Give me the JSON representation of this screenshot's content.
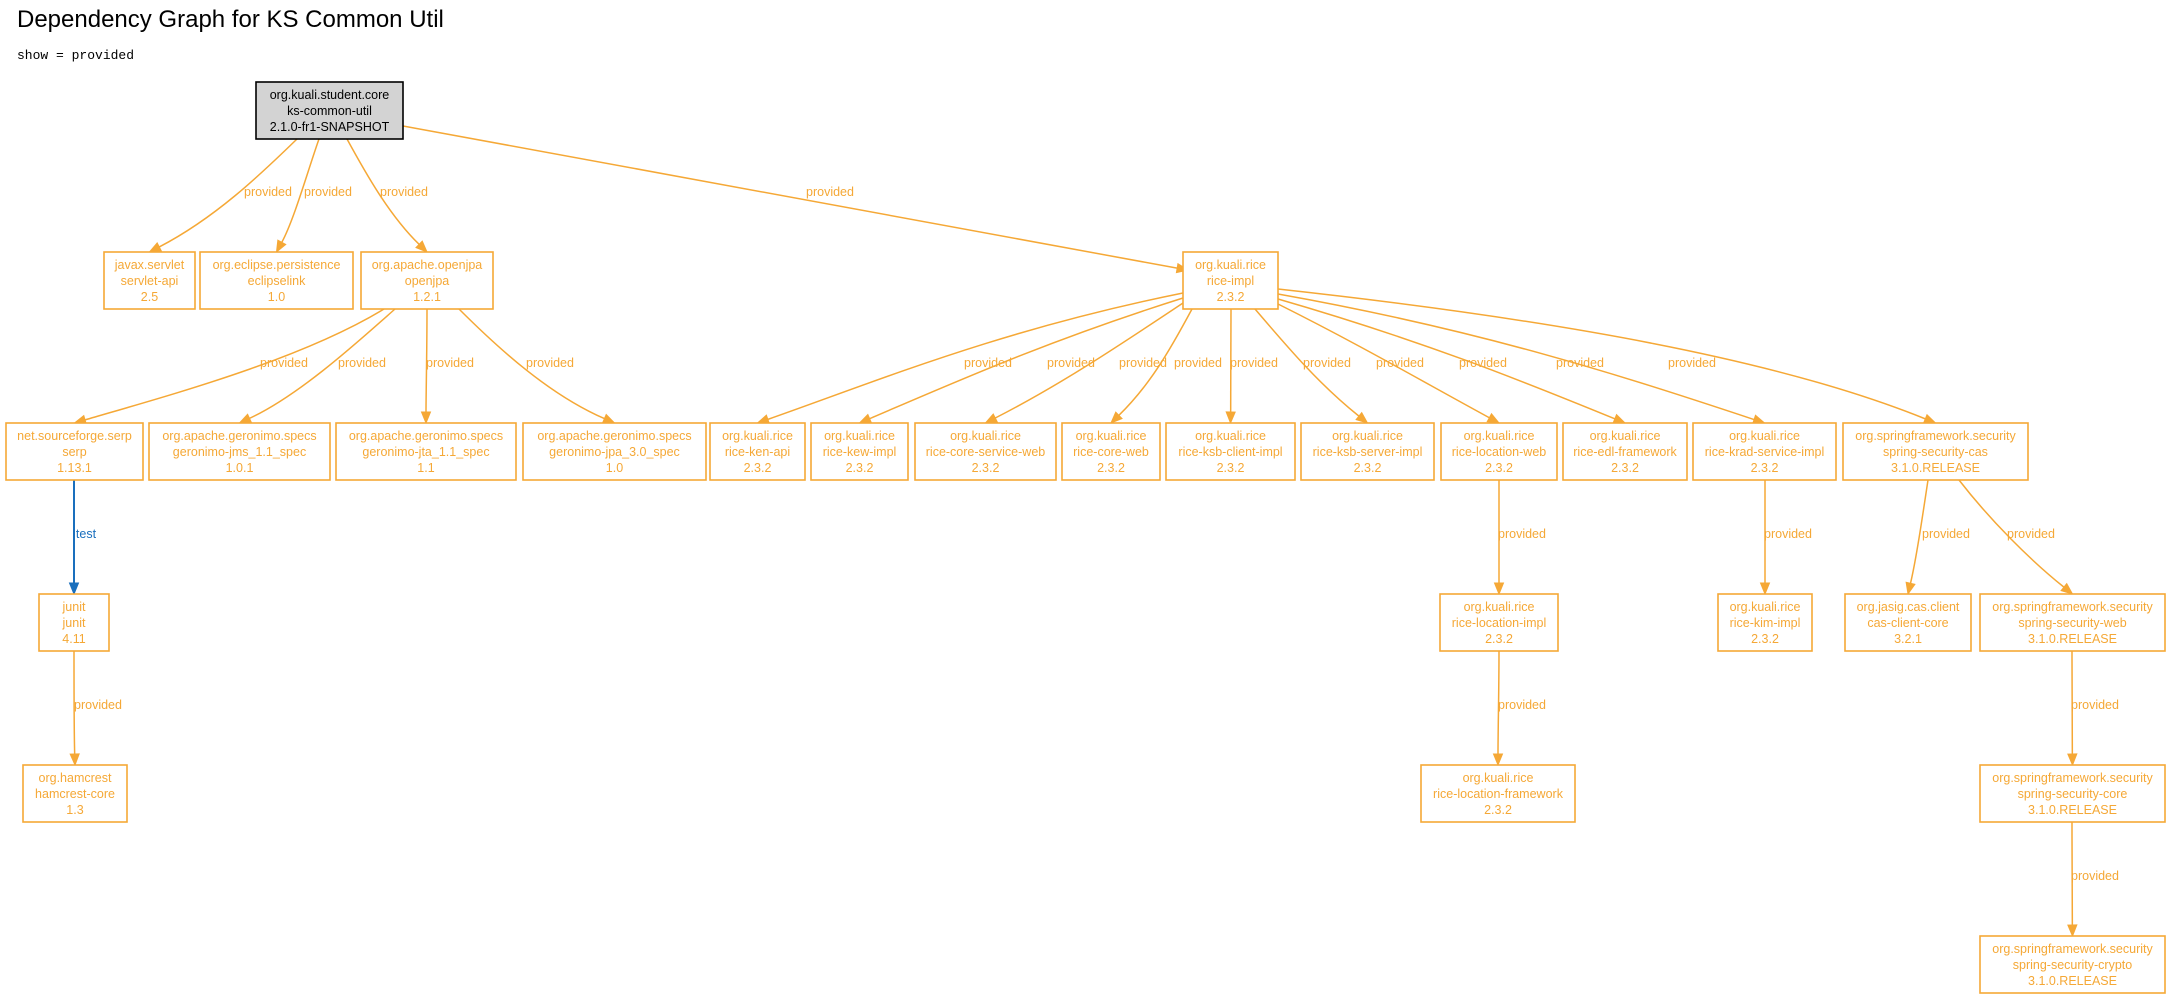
{
  "title": "Dependency Graph for KS Common Util",
  "show_label": "show = provided",
  "colors": {
    "provided": "#f5a836",
    "test": "#1a6fbd",
    "root_fill": "#d3d3d3"
  },
  "nodes": [
    {
      "id": "root",
      "lines": [
        "org.kuali.student.core",
        "ks-common-util",
        "2.1.0-fr1-SNAPSHOT"
      ],
      "root": true
    },
    {
      "id": "servlet",
      "lines": [
        "javax.servlet",
        "servlet-api",
        "2.5"
      ]
    },
    {
      "id": "eclipselink",
      "lines": [
        "org.eclipse.persistence",
        "eclipselink",
        "1.0"
      ]
    },
    {
      "id": "openjpa",
      "lines": [
        "org.apache.openjpa",
        "openjpa",
        "1.2.1"
      ]
    },
    {
      "id": "riceimpl",
      "lines": [
        "org.kuali.rice",
        "rice-impl",
        "2.3.2"
      ]
    },
    {
      "id": "serp",
      "lines": [
        "net.sourceforge.serp",
        "serp",
        "1.13.1"
      ]
    },
    {
      "id": "jms",
      "lines": [
        "org.apache.geronimo.specs",
        "geronimo-jms_1.1_spec",
        "1.0.1"
      ]
    },
    {
      "id": "jta",
      "lines": [
        "org.apache.geronimo.specs",
        "geronimo-jta_1.1_spec",
        "1.1"
      ]
    },
    {
      "id": "jpa",
      "lines": [
        "org.apache.geronimo.specs",
        "geronimo-jpa_3.0_spec",
        "1.0"
      ]
    },
    {
      "id": "kenapi",
      "lines": [
        "org.kuali.rice",
        "rice-ken-api",
        "2.3.2"
      ]
    },
    {
      "id": "kewimpl",
      "lines": [
        "org.kuali.rice",
        "rice-kew-impl",
        "2.3.2"
      ]
    },
    {
      "id": "coreservice",
      "lines": [
        "org.kuali.rice",
        "rice-core-service-web",
        "2.3.2"
      ]
    },
    {
      "id": "coreweb",
      "lines": [
        "org.kuali.rice",
        "rice-core-web",
        "2.3.2"
      ]
    },
    {
      "id": "ksbclient",
      "lines": [
        "org.kuali.rice",
        "rice-ksb-client-impl",
        "2.3.2"
      ]
    },
    {
      "id": "ksbserver",
      "lines": [
        "org.kuali.rice",
        "rice-ksb-server-impl",
        "2.3.2"
      ]
    },
    {
      "id": "locweb",
      "lines": [
        "org.kuali.rice",
        "rice-location-web",
        "2.3.2"
      ]
    },
    {
      "id": "edl",
      "lines": [
        "org.kuali.rice",
        "rice-edl-framework",
        "2.3.2"
      ]
    },
    {
      "id": "krad",
      "lines": [
        "org.kuali.rice",
        "rice-krad-service-impl",
        "2.3.2"
      ]
    },
    {
      "id": "sscas",
      "lines": [
        "org.springframework.security",
        "spring-security-cas",
        "3.1.0.RELEASE"
      ]
    },
    {
      "id": "junit",
      "lines": [
        "junit",
        "junit",
        "4.11"
      ]
    },
    {
      "id": "locimpl",
      "lines": [
        "org.kuali.rice",
        "rice-location-impl",
        "2.3.2"
      ]
    },
    {
      "id": "kim",
      "lines": [
        "org.kuali.rice",
        "rice-kim-impl",
        "2.3.2"
      ]
    },
    {
      "id": "casclient",
      "lines": [
        "org.jasig.cas.client",
        "cas-client-core",
        "3.2.1"
      ]
    },
    {
      "id": "ssweb",
      "lines": [
        "org.springframework.security",
        "spring-security-web",
        "3.1.0.RELEASE"
      ]
    },
    {
      "id": "hamcrest",
      "lines": [
        "org.hamcrest",
        "hamcrest-core",
        "1.3"
      ]
    },
    {
      "id": "locfw",
      "lines": [
        "org.kuali.rice",
        "rice-location-framework",
        "2.3.2"
      ]
    },
    {
      "id": "sscore",
      "lines": [
        "org.springframework.security",
        "spring-security-core",
        "3.1.0.RELEASE"
      ]
    },
    {
      "id": "sscrypto",
      "lines": [
        "org.springframework.security",
        "spring-security-crypto",
        "3.1.0.RELEASE"
      ]
    }
  ],
  "edges": [
    {
      "from": "root",
      "to": "servlet",
      "label": "provided",
      "scope": "provided"
    },
    {
      "from": "root",
      "to": "eclipselink",
      "label": "provided",
      "scope": "provided"
    },
    {
      "from": "root",
      "to": "openjpa",
      "label": "provided",
      "scope": "provided"
    },
    {
      "from": "root",
      "to": "riceimpl",
      "label": "provided",
      "scope": "provided"
    },
    {
      "from": "openjpa",
      "to": "serp",
      "label": "provided",
      "scope": "provided"
    },
    {
      "from": "openjpa",
      "to": "jms",
      "label": "provided",
      "scope": "provided"
    },
    {
      "from": "openjpa",
      "to": "jta",
      "label": "provided",
      "scope": "provided"
    },
    {
      "from": "openjpa",
      "to": "jpa",
      "label": "provided",
      "scope": "provided"
    },
    {
      "from": "riceimpl",
      "to": "kenapi",
      "label": "provided",
      "scope": "provided"
    },
    {
      "from": "riceimpl",
      "to": "kewimpl",
      "label": "provided",
      "scope": "provided"
    },
    {
      "from": "riceimpl",
      "to": "coreservice",
      "label": "provided",
      "scope": "provided"
    },
    {
      "from": "riceimpl",
      "to": "coreweb",
      "label": "provided",
      "scope": "provided"
    },
    {
      "from": "riceimpl",
      "to": "ksbclient",
      "label": "provided",
      "scope": "provided"
    },
    {
      "from": "riceimpl",
      "to": "ksbserver",
      "label": "provided",
      "scope": "provided"
    },
    {
      "from": "riceimpl",
      "to": "locweb",
      "label": "provided",
      "scope": "provided"
    },
    {
      "from": "riceimpl",
      "to": "edl",
      "label": "provided",
      "scope": "provided"
    },
    {
      "from": "riceimpl",
      "to": "krad",
      "label": "provided",
      "scope": "provided"
    },
    {
      "from": "riceimpl",
      "to": "sscas",
      "label": "provided",
      "scope": "provided"
    },
    {
      "from": "serp",
      "to": "junit",
      "label": "test",
      "scope": "test"
    },
    {
      "from": "junit",
      "to": "hamcrest",
      "label": "provided",
      "scope": "provided"
    },
    {
      "from": "locweb",
      "to": "locimpl",
      "label": "provided",
      "scope": "provided"
    },
    {
      "from": "locimpl",
      "to": "locfw",
      "label": "provided",
      "scope": "provided"
    },
    {
      "from": "krad",
      "to": "kim",
      "label": "provided",
      "scope": "provided"
    },
    {
      "from": "sscas",
      "to": "casclient",
      "label": "provided",
      "scope": "provided"
    },
    {
      "from": "sscas",
      "to": "ssweb",
      "label": "provided",
      "scope": "provided"
    },
    {
      "from": "ssweb",
      "to": "sscore",
      "label": "provided",
      "scope": "provided"
    },
    {
      "from": "sscore",
      "to": "sscrypto",
      "label": "provided",
      "scope": "provided"
    }
  ]
}
